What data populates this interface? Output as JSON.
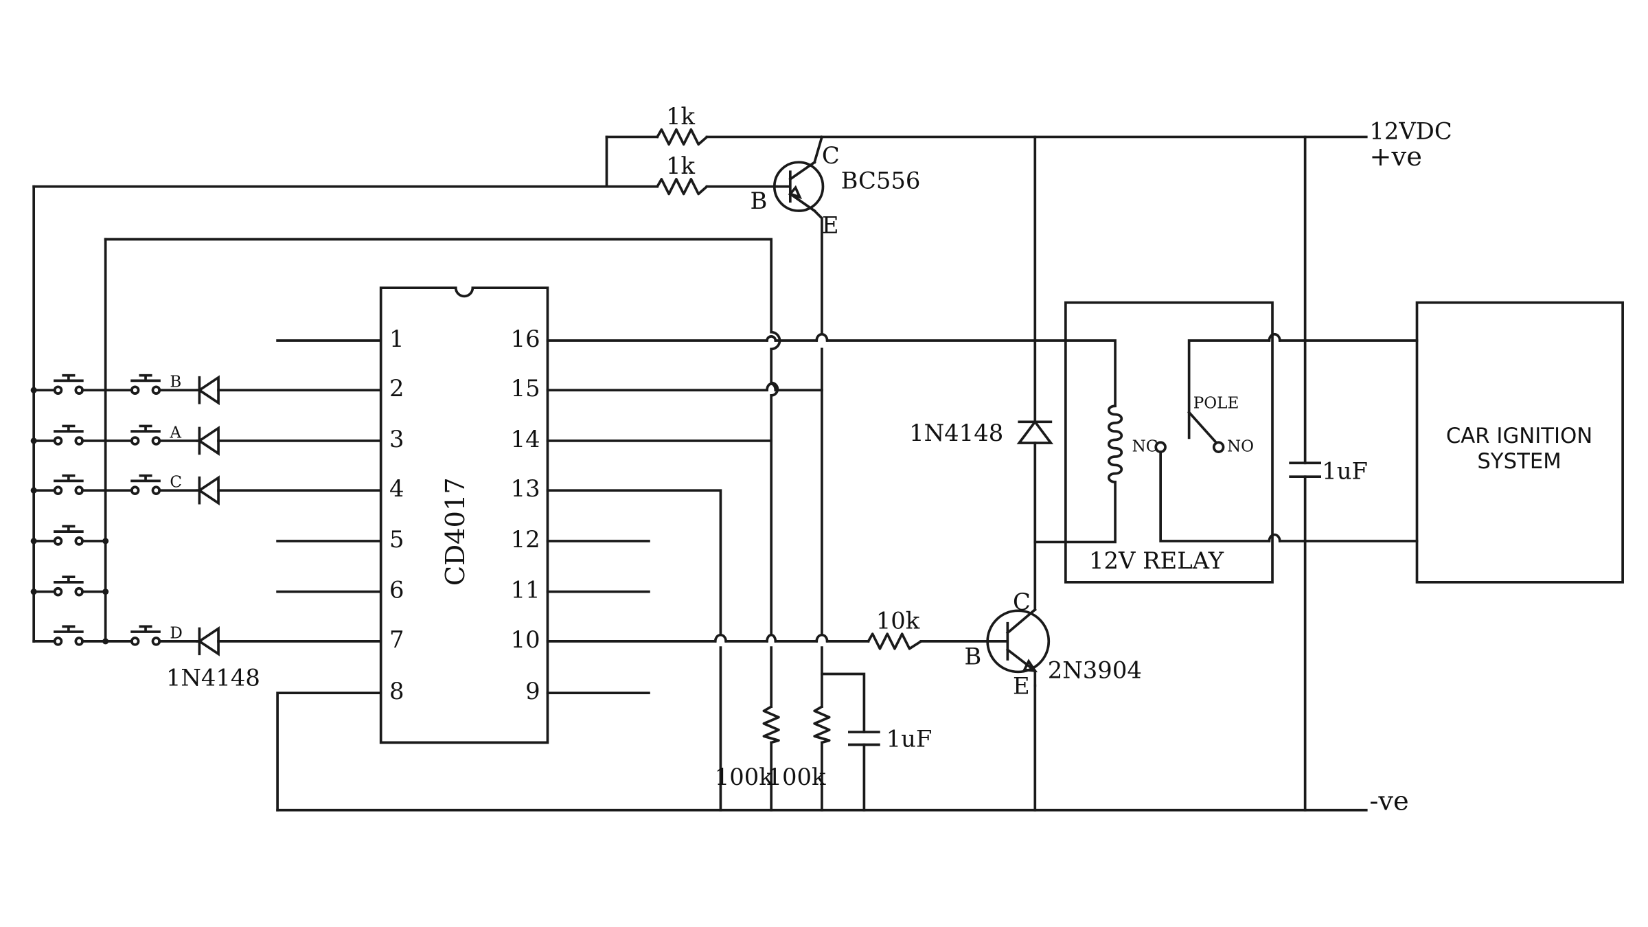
{
  "supply": {
    "positive_label": "12VDC",
    "positive_sign": "+ve",
    "negative_sign": "-ve"
  },
  "ic": {
    "name": "CD4017",
    "left_pins": [
      "1",
      "2",
      "3",
      "4",
      "5",
      "6",
      "7",
      "8"
    ],
    "right_pins": [
      "16",
      "15",
      "14",
      "13",
      "12",
      "11",
      "10",
      "9"
    ]
  },
  "keypad": {
    "key_labels": [
      "B",
      "A",
      "C",
      "D"
    ]
  },
  "pnp": {
    "name": "BC556",
    "b": "B",
    "c": "C",
    "e": "E"
  },
  "npn": {
    "name": "2N3904",
    "b": "B",
    "c": "C",
    "e": "E"
  },
  "resistors": {
    "top": "1k",
    "base": "1k",
    "pulldown_left": "100k",
    "pulldown_right": "100k",
    "npn_base": "10k"
  },
  "capacitors": {
    "timing": "1uF",
    "supply": "1uF"
  },
  "diodes": {
    "keypad": "1N4148",
    "flyback": "1N4148"
  },
  "relay": {
    "label": "12V RELAY",
    "pole": "POLE",
    "nc": "NC",
    "no": "NO"
  },
  "load": {
    "line1": "CAR IGNITION",
    "line2": "SYSTEM"
  }
}
